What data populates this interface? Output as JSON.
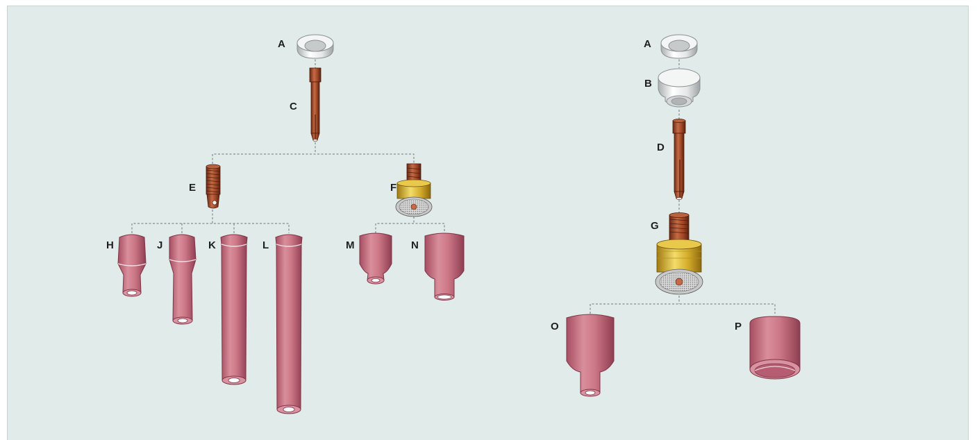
{
  "labels": {
    "left": {
      "A": "A",
      "C": "C",
      "E": "E",
      "F": "F",
      "H": "H",
      "J": "J",
      "K": "K",
      "L": "L",
      "M": "M",
      "N": "N"
    },
    "right": {
      "A": "A",
      "B": "B",
      "D": "D",
      "G": "G",
      "O": "O",
      "P": "P"
    }
  },
  "colors": {
    "background": "#e1ebea",
    "ceramic": "#c46d7c",
    "copper": "#9a4a2c",
    "brass": "#d9b434",
    "insulator": "#e8e8e8",
    "connector_line": "#6f7676"
  }
}
